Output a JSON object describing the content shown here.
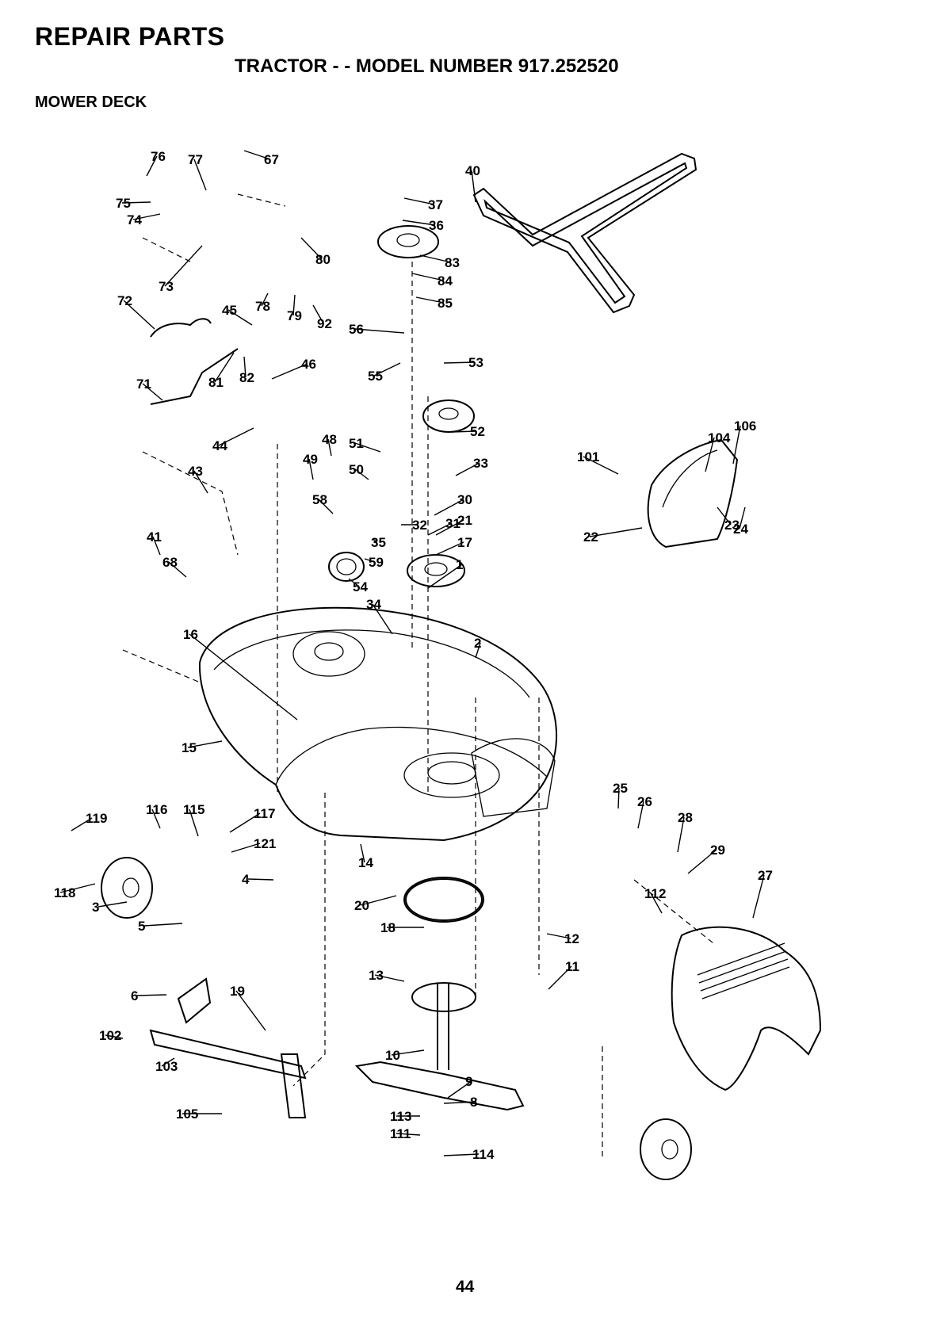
{
  "header": {
    "title": "REPAIR PARTS",
    "subtitle": "TRACTOR - - MODEL NUMBER 917.252520",
    "section": "MOWER DECK"
  },
  "page_number": "44",
  "callouts": [
    "76",
    "77",
    "67",
    "75",
    "74",
    "73",
    "78",
    "80",
    "79",
    "92",
    "45",
    "72",
    "81",
    "82",
    "46",
    "71",
    "44",
    "43",
    "41",
    "68",
    "40",
    "37",
    "36",
    "83",
    "84",
    "85",
    "56",
    "55",
    "53",
    "52",
    "51",
    "48",
    "49",
    "50",
    "58",
    "35",
    "59",
    "54",
    "34",
    "33",
    "32",
    "31",
    "30",
    "21",
    "17",
    "1",
    "2",
    "16",
    "15",
    "14",
    "20",
    "18",
    "13",
    "12",
    "11",
    "10",
    "9",
    "8",
    "113",
    "111",
    "114",
    "116",
    "115",
    "117",
    "119",
    "121",
    "118",
    "3",
    "4",
    "5",
    "6",
    "19",
    "102",
    "103",
    "105",
    "101",
    "104",
    "106",
    "22",
    "23",
    "24",
    "25",
    "26",
    "28",
    "29",
    "27",
    "112"
  ]
}
